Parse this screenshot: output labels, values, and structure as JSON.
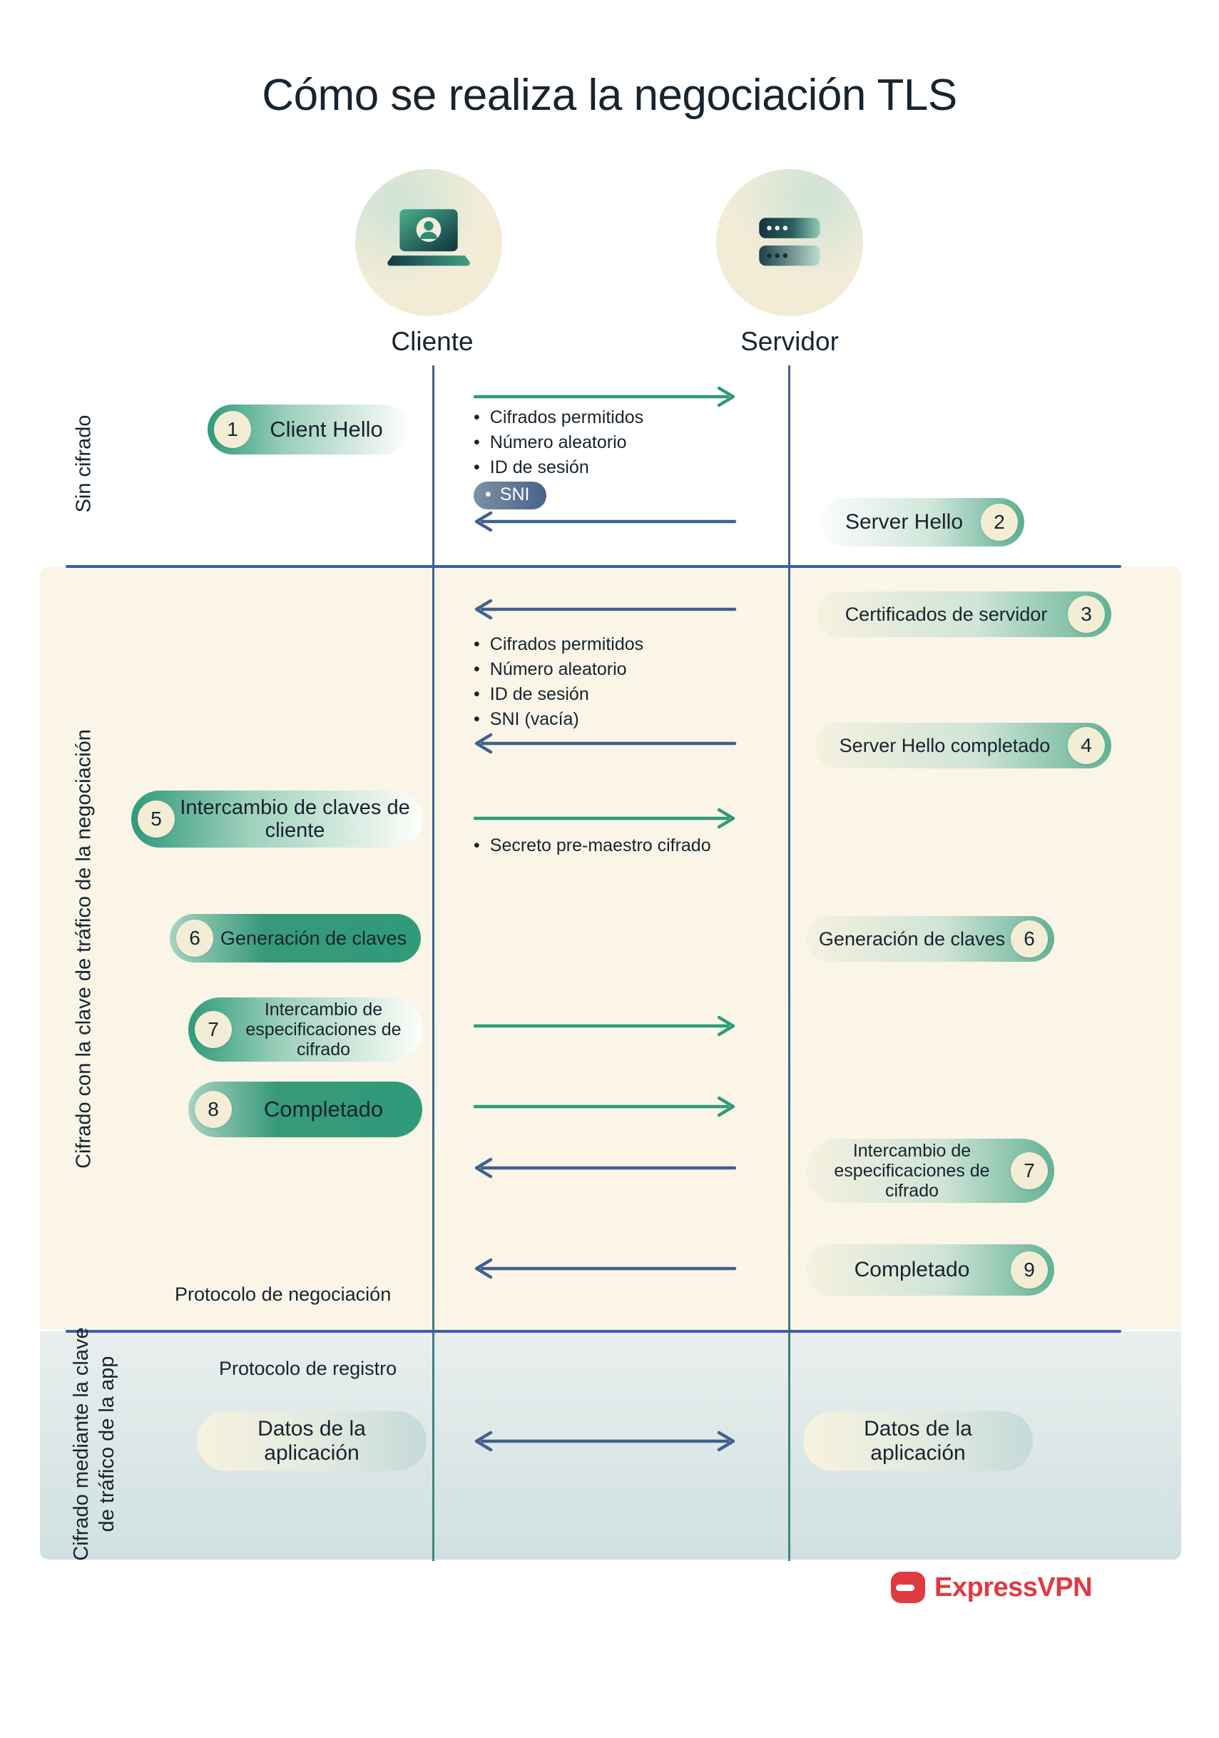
{
  "title": "Cómo se realiza la negociación TLS",
  "actors": {
    "client": "Cliente",
    "server": "Servidor"
  },
  "sections": {
    "sin_cifrado": "Sin cifrado",
    "negociacion": "Cifrado con la clave de tráfico de la negociación",
    "app": "Cifrado mediante la clave de tráfico de la app"
  },
  "pills": {
    "client_hello": {
      "num": "1",
      "label": "Client Hello"
    },
    "server_hello": {
      "num": "2",
      "label": "Server Hello"
    },
    "certificados": {
      "num": "3",
      "label": "Certificados de servidor"
    },
    "server_hello_completado": {
      "num": "4",
      "label": "Server Hello completado"
    },
    "intercambio_claves_cliente": {
      "num": "5",
      "label": "Intercambio de claves de cliente"
    },
    "generacion_claves_cliente": {
      "num": "6",
      "label": "Generación de claves"
    },
    "generacion_claves_servidor": {
      "num": "6",
      "label": "Generación de claves"
    },
    "intercambio_espec_cliente": {
      "num": "7",
      "label": "Intercambio de especificaciones de cifrado"
    },
    "completado_cliente": {
      "num": "8",
      "label": "Completado"
    },
    "intercambio_espec_servidor": {
      "num": "7",
      "label": "Intercambio de especificaciones de cifrado"
    },
    "completado_servidor": {
      "num": "9",
      "label": "Completado"
    },
    "datos_cliente": {
      "label": "Datos de la aplicación"
    },
    "datos_servidor": {
      "label": "Datos de la aplicación"
    }
  },
  "notes": {
    "client_hello_bullets": [
      "Cifrados permitidos",
      "Número aleatorio",
      "ID de sesión"
    ],
    "sni_label": "SNI",
    "server_response_bullets": [
      "Cifrados permitidos",
      "Número aleatorio",
      "ID de sesión",
      "SNI (vacía)"
    ],
    "secreto": "Secreto pre-maestro cifrado",
    "protocolo_negociacion": "Protocolo de negociación",
    "protocolo_registro": "Protocolo de registro"
  },
  "footer": {
    "brand": "ExpressVPN"
  },
  "colors": {
    "teal_arrow": "#2f9b7a",
    "blue_arrow": "#41618d",
    "divider_blue": "#3b5ea9",
    "navy_text": "#17242f",
    "beige_panel": "#faf5e7",
    "cream_circle": "#f3edd6",
    "brand_red": "#e03a41"
  }
}
